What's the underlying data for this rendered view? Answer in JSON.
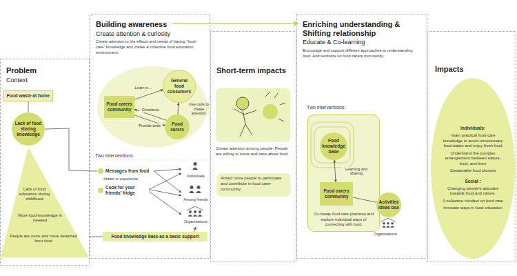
{
  "diagram": {
    "nodes": [
      {
        "text": [
          "Problem",
          "Context"
        ]
      },
      {
        "text": [
          "Food waste at home"
        ],
        "in": 0
      },
      {
        "text": [
          "Lack of food storing knowledge"
        ],
        "in": 0
      },
      {
        "text": [
          "Lack of food education during childhood",
          "More food knowledge is needed",
          "People are more and more detached from food"
        ],
        "in": 0
      },
      {
        "text": [
          "Building awareness",
          "Create attention & curiosity",
          "Create attention to the effects and needs of having “food-care” knowledge and create a collective food education environment."
        ]
      },
      {
        "text": [
          "Food carers community"
        ],
        "in": 4
      },
      {
        "text": [
          "General food consumers"
        ],
        "in": 4
      },
      {
        "text": [
          "Food carers"
        ],
        "in": 4
      },
      {
        "text": [
          "Messages from food"
        ],
        "in": 4
      },
      {
        "text": [
          "Cook for your friends’ fridge"
        ],
        "in": 4
      },
      {
        "text": [
          "Individuals"
        ],
        "in": 4
      },
      {
        "text": [
          "Among friends"
        ],
        "in": 4
      },
      {
        "text": [
          "Organizations"
        ],
        "in": 4
      },
      {
        "text": [
          "Food knowledge base as a basic support"
        ],
        "in": 4
      },
      {
        "text": [
          "Short-term impacts"
        ]
      },
      {
        "text": [
          "Attract more people to participate and contribute in food carer community"
        ],
        "in": 14
      },
      {
        "text": [
          "Enriching understanding & Shifting relationship",
          "Educate & Co-learning",
          "Encourage and support different approaches to understanding food. And reinforce on food carers community."
        ]
      },
      {
        "text": [
          "Co-create food care practices and explore individual ways of connecting with food."
        ],
        "in": 16
      },
      {
        "text": [
          "Food knowledge base"
        ],
        "in": 17
      },
      {
        "text": [
          "Food carers community"
        ],
        "in": 17
      },
      {
        "text": [
          "Activities ideas box"
        ],
        "in": 16
      },
      {
        "text": [
          "Impacts"
        ]
      },
      {
        "text": [
          "Individuals:",
          "-Gain practical food care knowledge to avoid unnecessary food waste and enjoy fresh food",
          "Understand the complex entanglement between nature, food, and lives",
          "Sustainable food choices",
          "Social :",
          "Changing people's attitudes towards food and nature.",
          "A collective mindset on food care",
          "Innovate ways in food education"
        ],
        "in": 21
      }
    ],
    "edges": [
      {
        "from": 5,
        "to": 6,
        "arrow": "to",
        "label": "Learn in..."
      },
      {
        "from": 7,
        "to": 6,
        "arrow": "to",
        "label": "Use tools to create attention"
      },
      {
        "from": 7,
        "to": 5,
        "arrow": "to",
        "label": "Contribute"
      },
      {
        "from": 5,
        "to": 7,
        "arrow": "to",
        "label": "Provide tools"
      },
      {
        "from": 8,
        "to": 10,
        "arrow": "to"
      },
      {
        "from": 8,
        "to": 11,
        "arrow": "to"
      },
      {
        "from": 9,
        "to": 10,
        "arrow": "to"
      },
      {
        "from": 9,
        "to": 11,
        "arrow": "to"
      },
      {
        "from": 9,
        "to": 12,
        "arrow": "to"
      },
      {
        "from": 13,
        "to": 12,
        "arrow": "to"
      },
      {
        "from": 1,
        "to": 2,
        "arrow": "none"
      },
      {
        "from": 2,
        "to": 8,
        "arrow": "none"
      },
      {
        "from": 3,
        "to": 13,
        "arrow": "none"
      },
      {
        "from": 18,
        "to": 19,
        "arrow": "both",
        "label": "Learning and sharing"
      },
      {
        "from": 19,
        "to": 20,
        "arrow": "none"
      }
    ],
    "labels": [
      "Two interventions:",
      "Attract to experience",
      "Create attention among people: People are willing to know and care about food.",
      "Two interventions:",
      "Organizations"
    ]
  }
}
